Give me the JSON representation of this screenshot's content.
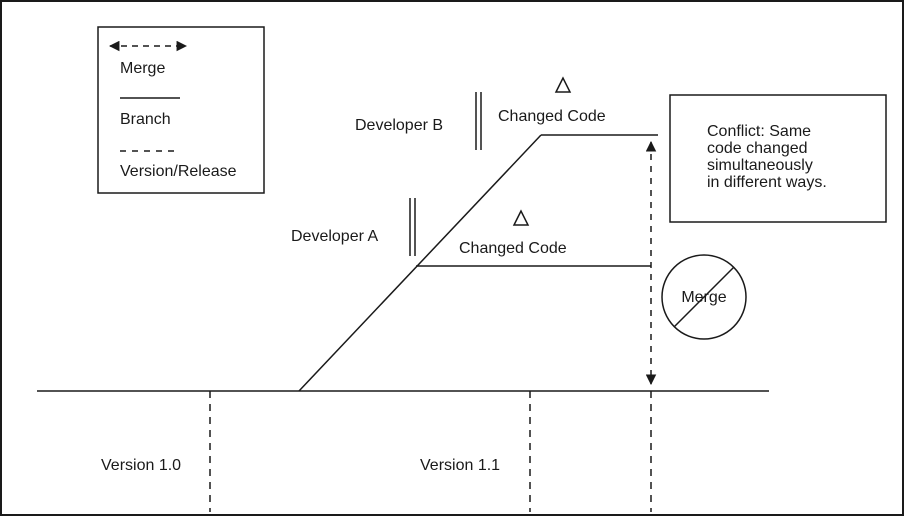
{
  "legend": {
    "merge_label": "Merge",
    "branch_label": "Branch",
    "version_label": "Version/Release"
  },
  "developers": {
    "developer_b": "Developer B",
    "developer_a": "Developer A"
  },
  "changes": {
    "b_label": "Changed Code",
    "a_label": "Changed Code"
  },
  "conflict": {
    "lines": [
      "Conflict: Same",
      "code changed",
      "simultaneously",
      "in different ways."
    ]
  },
  "merge_blocked_label": "Merge",
  "versions": {
    "v10": "Version 1.0",
    "v11": "Version 1.1"
  },
  "colors": {
    "ink": "#1a1a1a",
    "background": "#ffffff"
  }
}
